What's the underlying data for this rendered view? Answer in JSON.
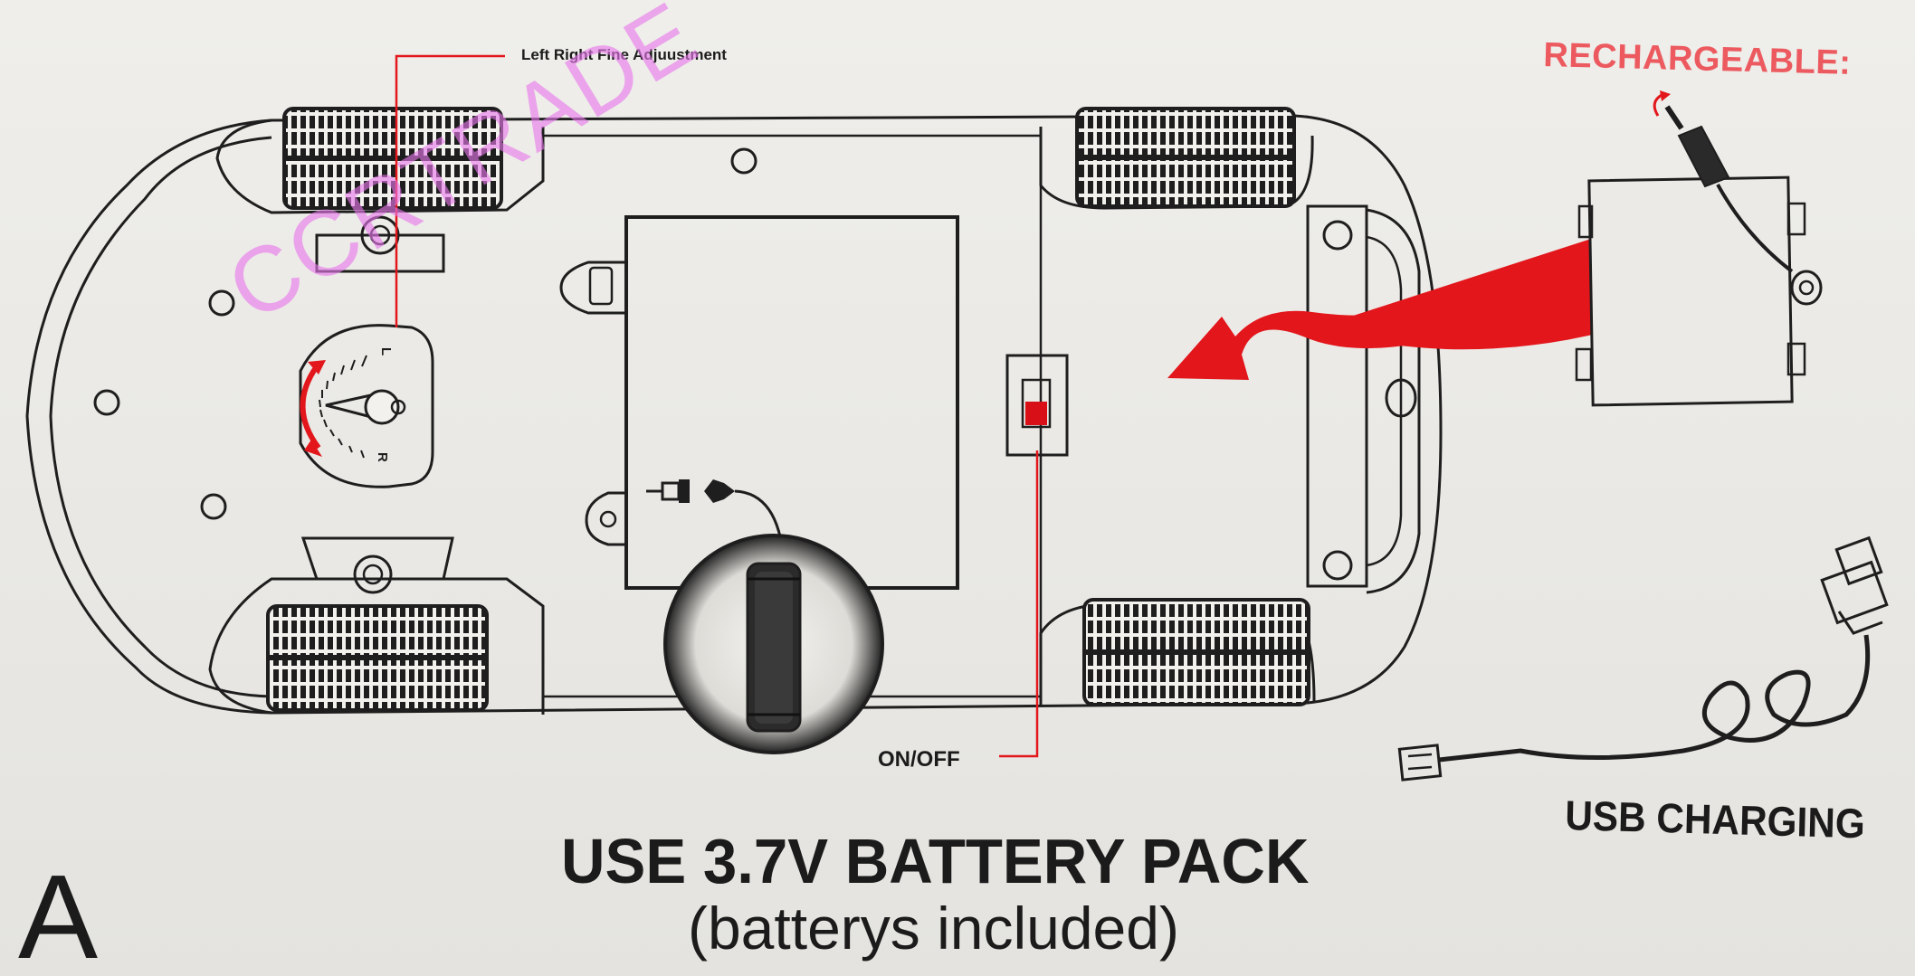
{
  "labels": {
    "fine_adjustment": "Left Right Fine Adjuustment",
    "rechargeable": "RECHARGEABLE:",
    "on_off": "ON/OFF",
    "usb_charging": "USB CHARGING",
    "battery_title": "USE 3.7V BATTERY PACK",
    "battery_note": "(batterys  included)",
    "panel_letter": "A",
    "dial_left": "L",
    "dial_right": "R"
  },
  "watermark": "CCRTRADE",
  "colors": {
    "background": "#ecebe7",
    "line": "#1e1e1e",
    "accent_red": "#e3161c",
    "rechargeable_text": "#ec5a60",
    "watermark": "#e878eb"
  }
}
